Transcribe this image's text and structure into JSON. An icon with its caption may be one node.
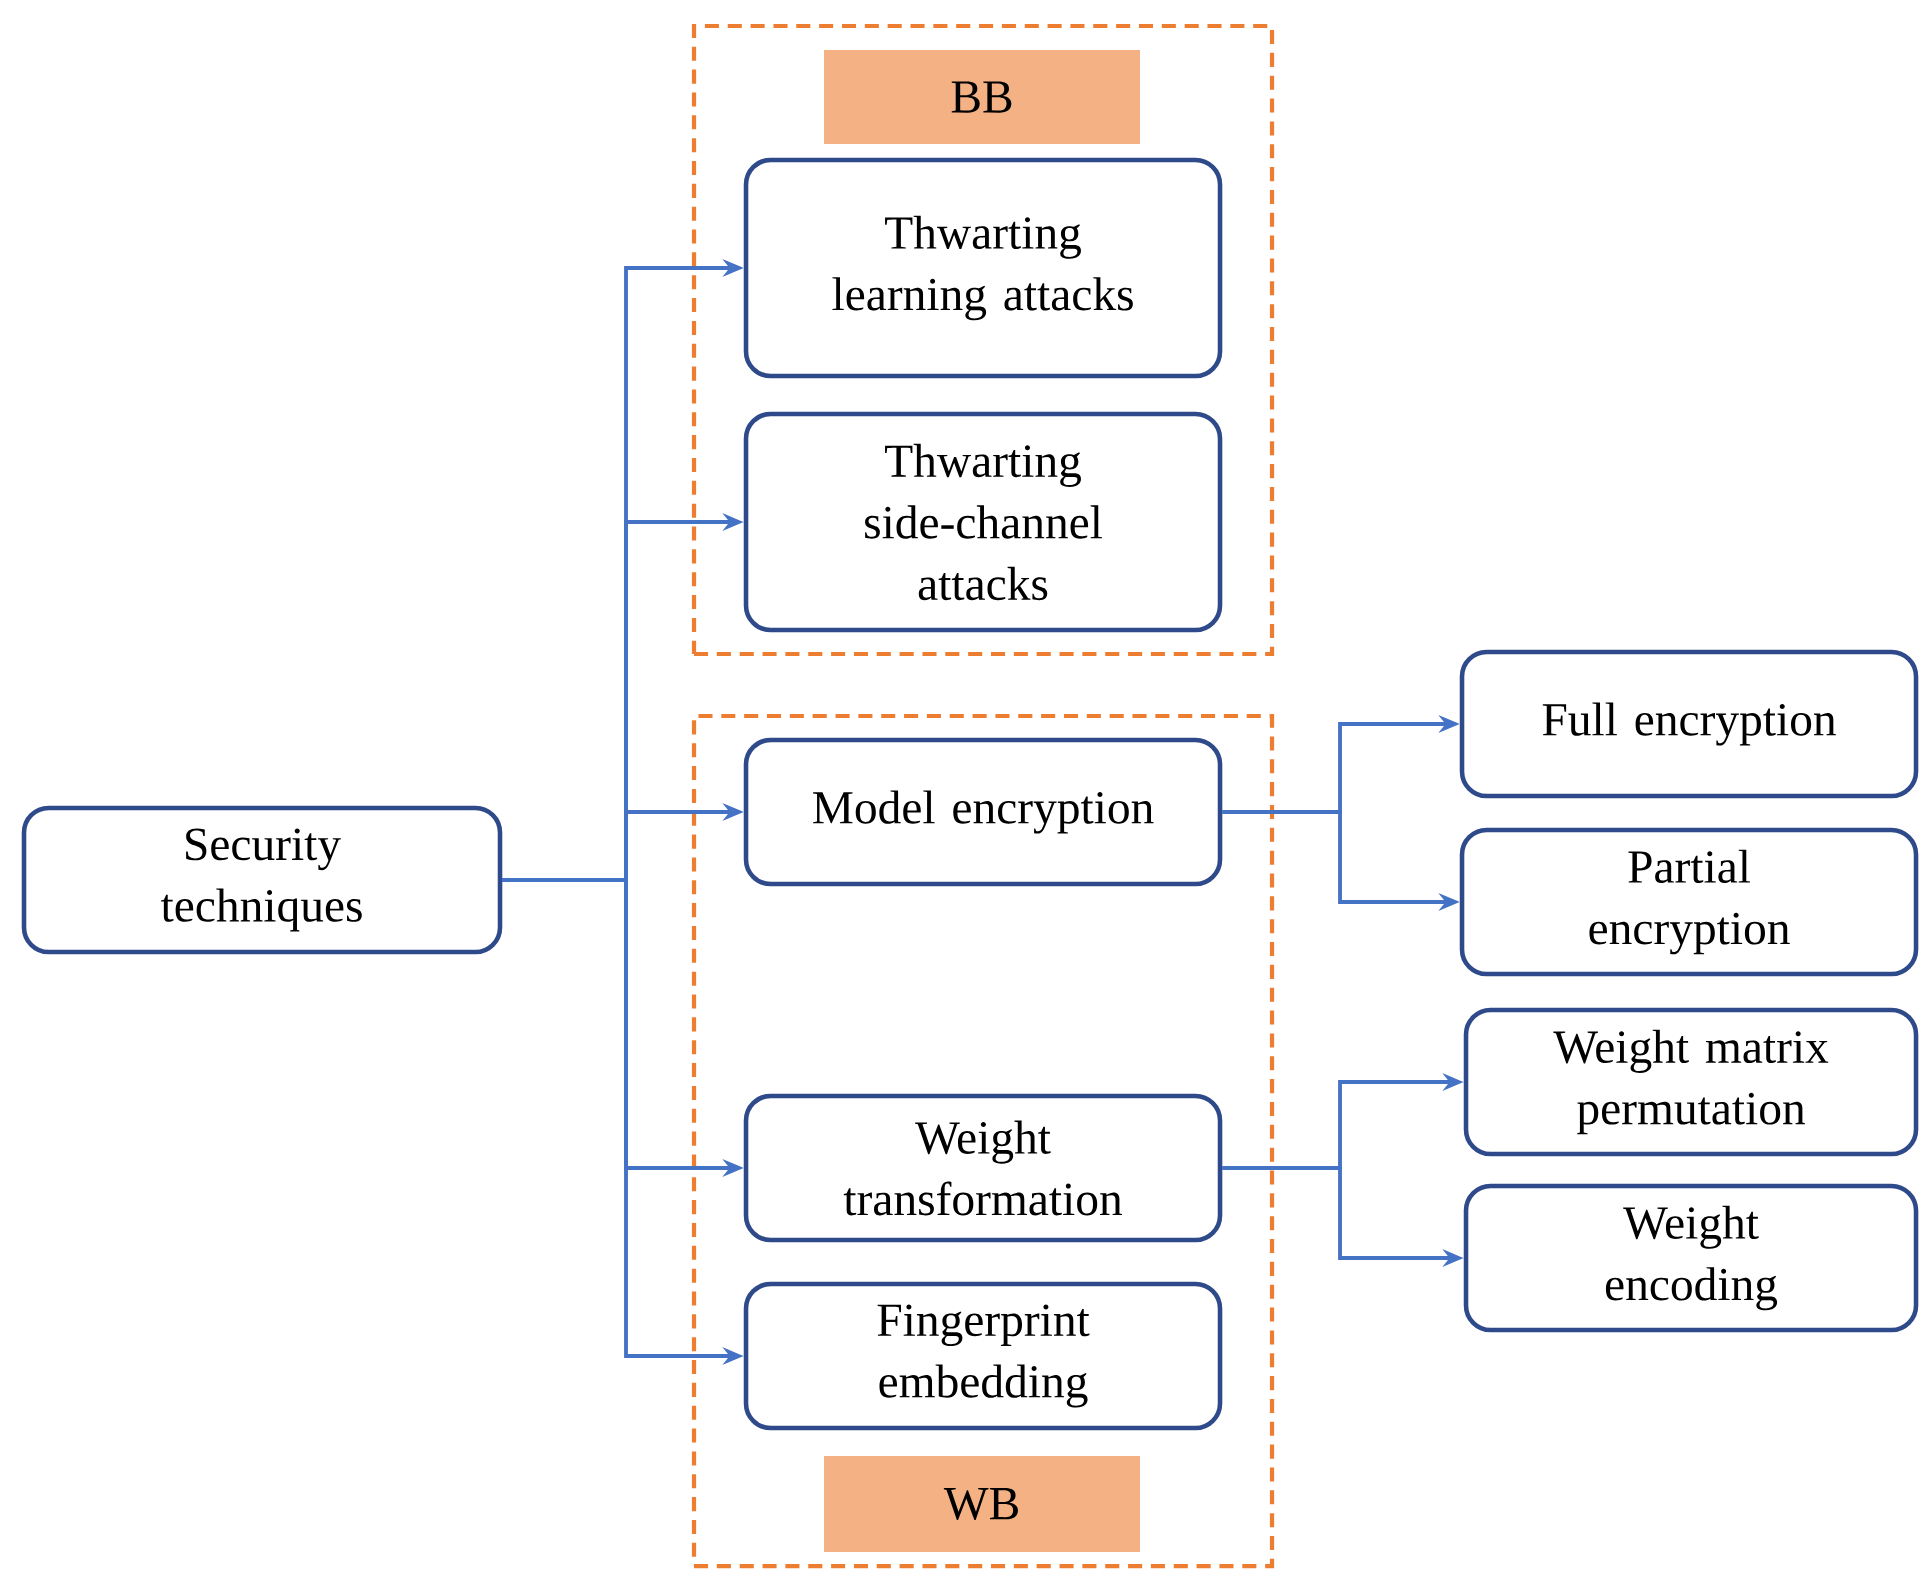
{
  "diagram": {
    "nodes": [
      {
        "text": [
          "Security techniques"
        ]
      },
      {
        "text": [],
        "shape": "box"
      },
      {
        "text": [
          "BB"
        ],
        "in": 1
      },
      {
        "text": [
          "Thwarting learning attacks"
        ],
        "in": 1
      },
      {
        "text": [
          "Thwarting side-channel attacks"
        ],
        "in": 1
      },
      {
        "text": [],
        "shape": "box"
      },
      {
        "text": [
          "Model encryption"
        ],
        "in": 5
      },
      {
        "text": [
          "Weight transformation"
        ],
        "in": 5
      },
      {
        "text": [
          "Fingerprint embedding"
        ],
        "in": 5
      },
      {
        "text": [
          "WB"
        ],
        "in": 5
      },
      {
        "text": [
          "Full encryption"
        ]
      },
      {
        "text": [
          "Partial encryption"
        ]
      },
      {
        "text": [
          "Weight matrix permutation"
        ]
      },
      {
        "text": [
          "Weight encoding"
        ]
      }
    ],
    "edges": [
      {
        "from": 0,
        "to": 3,
        "arrow": "to"
      },
      {
        "from": 0,
        "to": 4,
        "arrow": "to"
      },
      {
        "from": 0,
        "to": 6,
        "arrow": "to"
      },
      {
        "from": 0,
        "to": 7,
        "arrow": "to"
      },
      {
        "from": 0,
        "to": 8,
        "arrow": "to"
      },
      {
        "from": 6,
        "to": 10,
        "arrow": "to"
      },
      {
        "from": 6,
        "to": 11,
        "arrow": "to"
      },
      {
        "from": 7,
        "to": 12,
        "arrow": "to"
      },
      {
        "from": 7,
        "to": 13,
        "arrow": "to"
      }
    ]
  }
}
